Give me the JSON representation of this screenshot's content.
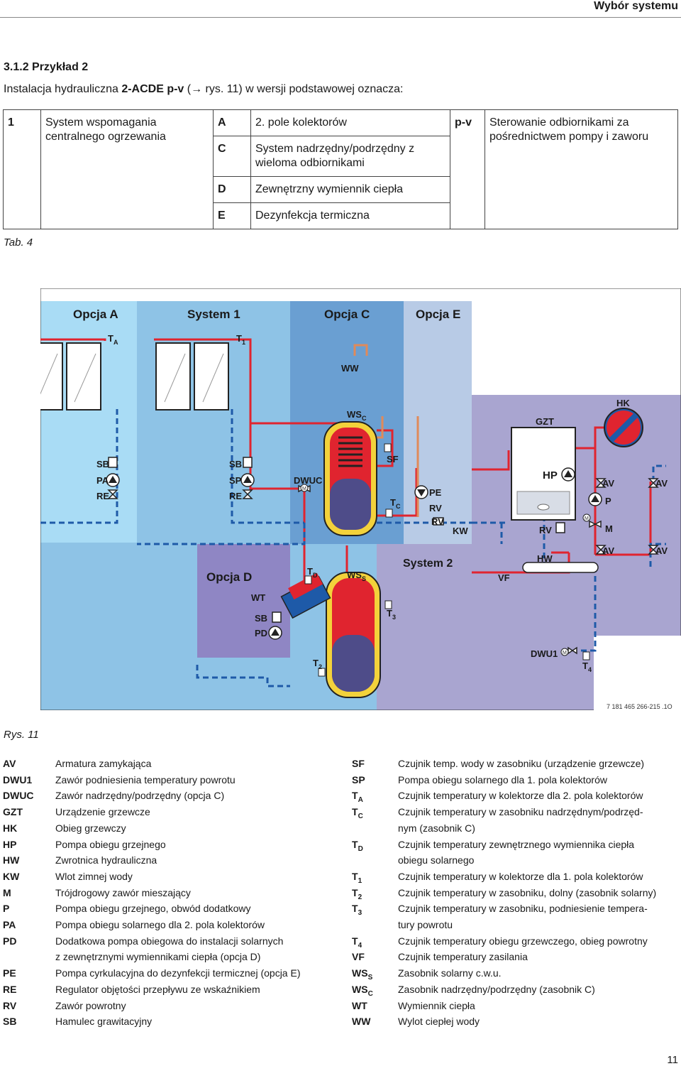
{
  "header": {
    "title": "Wybór systemu"
  },
  "section": {
    "title": "3.1.2  Przykład 2",
    "intro_pre": "Instalacja hydrauliczna ",
    "intro_code": "2-ACDE p-v",
    "intro_post": " (→ rys. 11) w wersji podstawowej oznacza:"
  },
  "config_table": {
    "c1_num": "1",
    "c1_text": "System wspomagania centralnego ogrzewania",
    "rows": [
      {
        "k": "A",
        "v": "2. pole kolektorów"
      },
      {
        "k": "C",
        "v": "System nadrzędny/podrzędny z wieloma odbiornikami"
      },
      {
        "k": "D",
        "v": "Zewnętrzny wymiennik ciepła"
      },
      {
        "k": "E",
        "v": "Dezynfekcja termiczna"
      }
    ],
    "pv_key": "p-v",
    "pv_text": "Sterowanie odbiornikami za pośrednictwem pompy i zaworu"
  },
  "table_caption": "Tab. 4",
  "diagram": {
    "zones": {
      "a": "Opcja A",
      "s1": "System 1",
      "c": "Opcja C",
      "e": "Opcja E",
      "d": "Opcja D",
      "s2": "System 2"
    },
    "labels": {
      "ta": "T",
      "ta_sub": "A",
      "t1": "T",
      "t1_sub": "1",
      "ww": "WW",
      "wsc": "WS",
      "wsc_sub": "C",
      "hk": "HK",
      "gzt": "GZT",
      "sb": "SB",
      "pa": "PA",
      "re": "RE",
      "sp": "SP",
      "dwuc": "DWUC",
      "sf": "SF",
      "tc": "T",
      "tc_sub": "C",
      "pe": "PE",
      "rv": "RV",
      "kw": "KW",
      "hp": "HP",
      "av": "AV",
      "p": "P",
      "m": "M",
      "hw": "HW",
      "vf": "VF",
      "td": "T",
      "td_sub": "D",
      "wss": "WS",
      "wss_sub": "S",
      "wt": "WT",
      "pd": "PD",
      "t3": "T",
      "t3_sub": "3",
      "t2": "T",
      "t2_sub": "2",
      "dwu1": "DWU1",
      "t4": "T",
      "t4_sub": "4",
      "motor": "M"
    },
    "code": "7 181 465 266-215 .1O"
  },
  "figure_caption": "Rys. 11",
  "legend_left": [
    {
      "k": "AV",
      "v": "Armatura zamykająca"
    },
    {
      "k": "DWU1",
      "v": "Zawór podniesienia temperatury powrotu"
    },
    {
      "k": "DWUC",
      "v": "Zawór nadrzędny/podrzędny (opcja C)"
    },
    {
      "k": "GZT",
      "v": "Urządzenie grzewcze"
    },
    {
      "k": "HK",
      "v": "Obieg grzewczy"
    },
    {
      "k": "HP",
      "v": "Pompa obiegu grzejnego"
    },
    {
      "k": "HW",
      "v": "Zwrotnica hydrauliczna"
    },
    {
      "k": "KW",
      "v": "Wlot zimnej wody"
    },
    {
      "k": "M",
      "v": "Trójdrogowy zawór mieszający"
    },
    {
      "k": "P",
      "v": "Pompa obiegu grzejnego, obwód dodatkowy"
    },
    {
      "k": "PA",
      "v": "Pompa obiegu solarnego dla 2. pola kolektorów"
    },
    {
      "k": "PD",
      "v": "Dodatkowa pompa obiegowa do instalacji solarnych"
    },
    {
      "k": "",
      "v": "z zewnętrznymi wymiennikami ciepła (opcja D)"
    },
    {
      "k": "PE",
      "v": "Pompa cyrkulacyjna do dezynfekcji termicznej (opcja E)"
    },
    {
      "k": "RE",
      "v": "Regulator objętości przepływu ze wskaźnikiem"
    },
    {
      "k": "RV",
      "v": "Zawór powrotny"
    },
    {
      "k": "SB",
      "v": "Hamulec grawitacyjny"
    }
  ],
  "legend_right": [
    {
      "k": "SF",
      "s": "",
      "v": "Czujnik temp. wody w zasobniku (urządzenie grzewcze)"
    },
    {
      "k": "SP",
      "s": "",
      "v": "Pompa obiegu solarnego dla 1. pola kolektorów"
    },
    {
      "k": "T",
      "s": "A",
      "v": "Czujnik temperatury w kolektorze dla 2. pola kolektorów"
    },
    {
      "k": "T",
      "s": "C",
      "v": "Czujnik temperatury w zasobniku nadrzędnym/podrzęd-"
    },
    {
      "k": "",
      "s": "",
      "v": "nym (zasobnik C)"
    },
    {
      "k": "T",
      "s": "D",
      "v": "Czujnik temperatury zewnętrznego wymiennika ciepła"
    },
    {
      "k": "",
      "s": "",
      "v": "obiegu solarnego"
    },
    {
      "k": "T",
      "s": "1",
      "v": "Czujnik temperatury w kolektorze dla 1. pola kolektorów"
    },
    {
      "k": "T",
      "s": "2",
      "v": "Czujnik temperatury w zasobniku, dolny (zasobnik solarny)"
    },
    {
      "k": "T",
      "s": "3",
      "v": "Czujnik temperatury w zasobniku, podniesienie tempera-"
    },
    {
      "k": "",
      "s": "",
      "v": "tury powrotu"
    },
    {
      "k": "T",
      "s": "4",
      "v": "Czujnik temperatury obiegu grzewczego, obieg powrotny"
    },
    {
      "k": "VF",
      "s": "",
      "v": "Czujnik temperatury zasilania"
    },
    {
      "k": "WS",
      "s": "S",
      "v": "Zasobnik solarny c.w.u."
    },
    {
      "k": "WS",
      "s": "C",
      "v": "Zasobnik nadrzędny/podrzędny (zasobnik C)"
    },
    {
      "k": "WT",
      "s": "",
      "v": "Wymiennik ciepła"
    },
    {
      "k": "WW",
      "s": "",
      "v": "Wylot ciepłej wody"
    }
  ],
  "page_number": "11"
}
